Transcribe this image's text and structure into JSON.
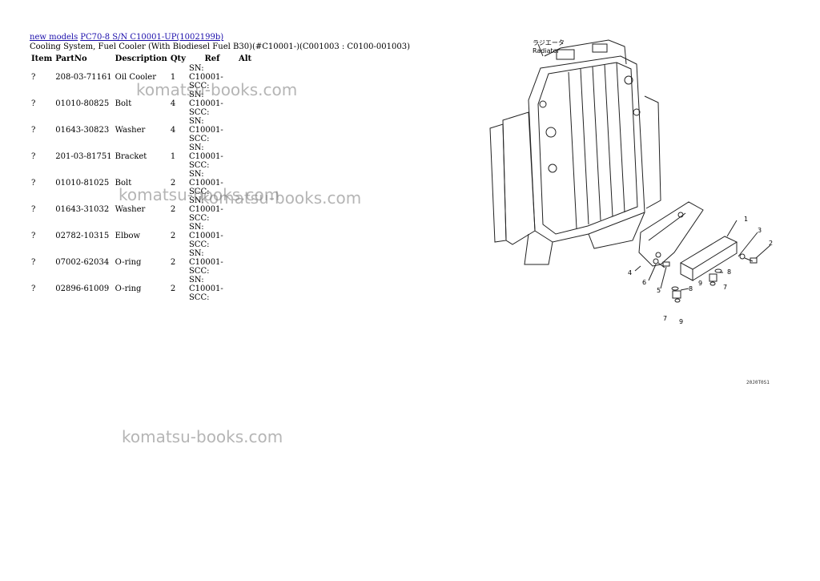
{
  "breadcrumb": {
    "link1": "new models",
    "link2": "PC70-8 S/N C10001-UP(1002199b)"
  },
  "subtitle": "Cooling System, Fuel Cooler (With Biodiesel Fuel B30)(#C10001-)(C001003 : C0100-001003)",
  "table": {
    "headers": [
      "Item",
      "PartNo",
      "Description",
      "Qty",
      "Ref",
      "Alt"
    ],
    "rows": [
      {
        "item": "?",
        "part": "208-03-71161",
        "desc": "Oil Cooler",
        "qty": "1",
        "ref": "SN: C10001-SCC:"
      },
      {
        "item": "?",
        "part": "01010-80825",
        "desc": "Bolt",
        "qty": "4",
        "ref": "SN: C10001-SCC:"
      },
      {
        "item": "?",
        "part": "01643-30823",
        "desc": "Washer",
        "qty": "4",
        "ref": "SN: C10001-SCC:"
      },
      {
        "item": "?",
        "part": "201-03-81751",
        "desc": "Bracket",
        "qty": "1",
        "ref": "SN: C10001-SCC:"
      },
      {
        "item": "?",
        "part": "01010-81025",
        "desc": "Bolt",
        "qty": "2",
        "ref": "SN: C10001-SCC:"
      },
      {
        "item": "?",
        "part": "01643-31032",
        "desc": "Washer",
        "qty": "2",
        "ref": "SN: C10001-SCC:"
      },
      {
        "item": "?",
        "part": "02782-10315",
        "desc": "Elbow",
        "qty": "2",
        "ref": "SN: C10001-SCC:"
      },
      {
        "item": "?",
        "part": "07002-62034",
        "desc": "O-ring",
        "qty": "2",
        "ref": "SN: C10001-SCC:"
      },
      {
        "item": "?",
        "part": "02896-61009",
        "desc": "O-ring",
        "qty": "2",
        "ref": "SN: C10001-SCC:"
      }
    ]
  },
  "watermark": "komatsu-books.com",
  "diagram": {
    "label_jp": "ラジエータ",
    "label_en": "Radiator",
    "callouts": [
      "1",
      "3",
      "2",
      "4",
      "6",
      "5",
      "8",
      "9",
      "7",
      "8",
      "7",
      "9"
    ],
    "code": "20J0T0S1"
  }
}
